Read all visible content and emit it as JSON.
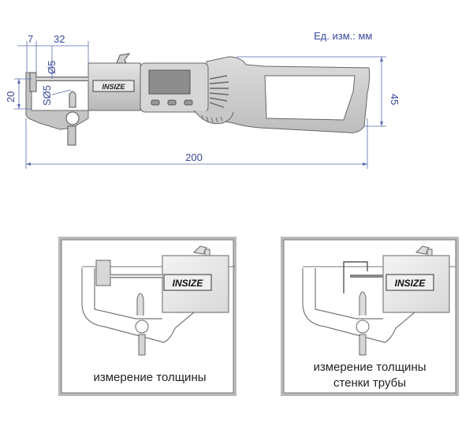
{
  "units_label": "Ед. изм.: мм",
  "dimensions": {
    "d7": "7",
    "d32": "32",
    "d20": "20",
    "d45": "45",
    "d200": "200",
    "phi5": "Ø5",
    "sphi5": "SØ5"
  },
  "brand": "INSIZE",
  "colors": {
    "dim_line": "#5a6ab0",
    "dim_text": "#3a4a9a",
    "body_gray": "#c8c8c8",
    "frame_gray": "#a8a8a8"
  },
  "panels": [
    {
      "caption_lines": [
        "измерение толщины"
      ]
    },
    {
      "caption_lines": [
        "измерение толщины",
        "стенки трубы"
      ]
    }
  ]
}
